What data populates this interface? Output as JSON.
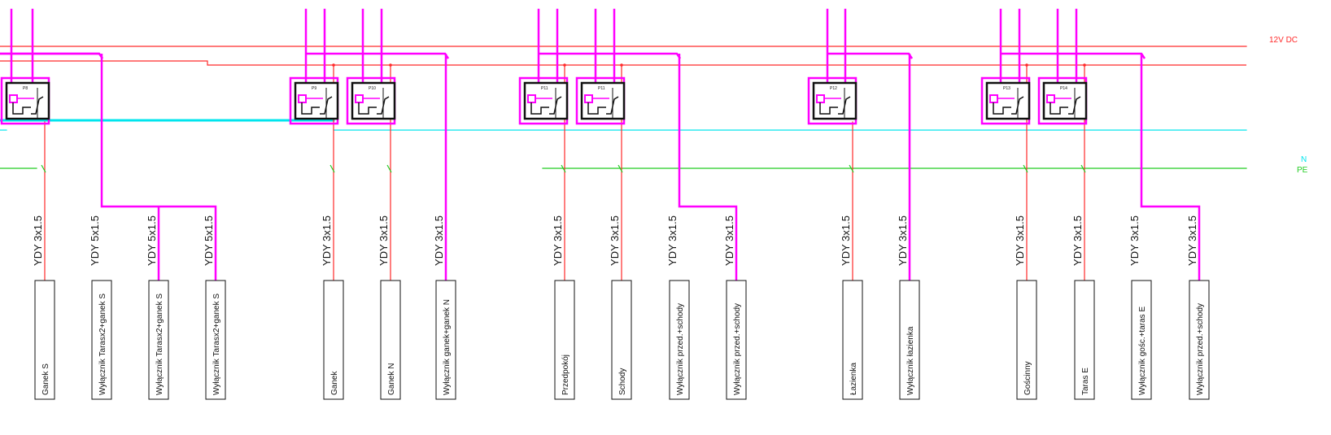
{
  "bus_labels": {
    "dc": "12V DC",
    "neutral": "N",
    "pe": "PE"
  },
  "colors": {
    "magenta": "#ff00ff",
    "red": "#ff2a2a",
    "cyan": "#00e5ee",
    "green": "#22cc22",
    "black": "#111111"
  },
  "relays": [
    {
      "id": "r1",
      "tag": "P8"
    },
    {
      "id": "r2",
      "tag": "P9"
    },
    {
      "id": "r3",
      "tag": "P10"
    },
    {
      "id": "r4",
      "tag": "P11"
    },
    {
      "id": "r5",
      "tag": "P11"
    },
    {
      "id": "r6",
      "tag": "P12"
    },
    {
      "id": "r7",
      "tag": "P13"
    },
    {
      "id": "r8",
      "tag": "P14"
    }
  ],
  "circuits": [
    {
      "cable": "YDY 3x1.5",
      "name": "Ganek S"
    },
    {
      "cable": "YDY 5x1.5",
      "name": "Wyłącznik Tarasx2+ganek S"
    },
    {
      "cable": "YDY 5x1.5",
      "name": "Wyłącznik Tarasx2+ganek S"
    },
    {
      "cable": "YDY 5x1.5",
      "name": "Wyłącznik Tarasx2+ganek S"
    },
    {
      "cable": "YDY 3x1.5",
      "name": "Ganek"
    },
    {
      "cable": "YDY 3x1.5",
      "name": "Ganek N"
    },
    {
      "cable": "YDY 3x1.5",
      "name": "Wyłącznik ganek+ganek N"
    },
    {
      "cable": "YDY 3x1.5",
      "name": "Przedpokój"
    },
    {
      "cable": "YDY 3x1.5",
      "name": "Schody"
    },
    {
      "cable": "YDY 3x1.5",
      "name": "Wyłącznik przed.+schody"
    },
    {
      "cable": "YDY 3x1.5",
      "name": "Wyłącznik przed.+schody"
    },
    {
      "cable": "YDY 3x1.5",
      "name": "Łazienka"
    },
    {
      "cable": "YDY 3x1.5",
      "name": "Wyłącznik łazienka"
    },
    {
      "cable": "YDY 3x1.5",
      "name": "Gościnny"
    },
    {
      "cable": "YDY 3x1.5",
      "name": "Taras E"
    },
    {
      "cable": "YDY 3x1.5",
      "name": "Wyłącznik gośc.+taras E"
    },
    {
      "cable": "YDY 3x1.5",
      "name": "Wyłącznik przed.+schody"
    }
  ]
}
